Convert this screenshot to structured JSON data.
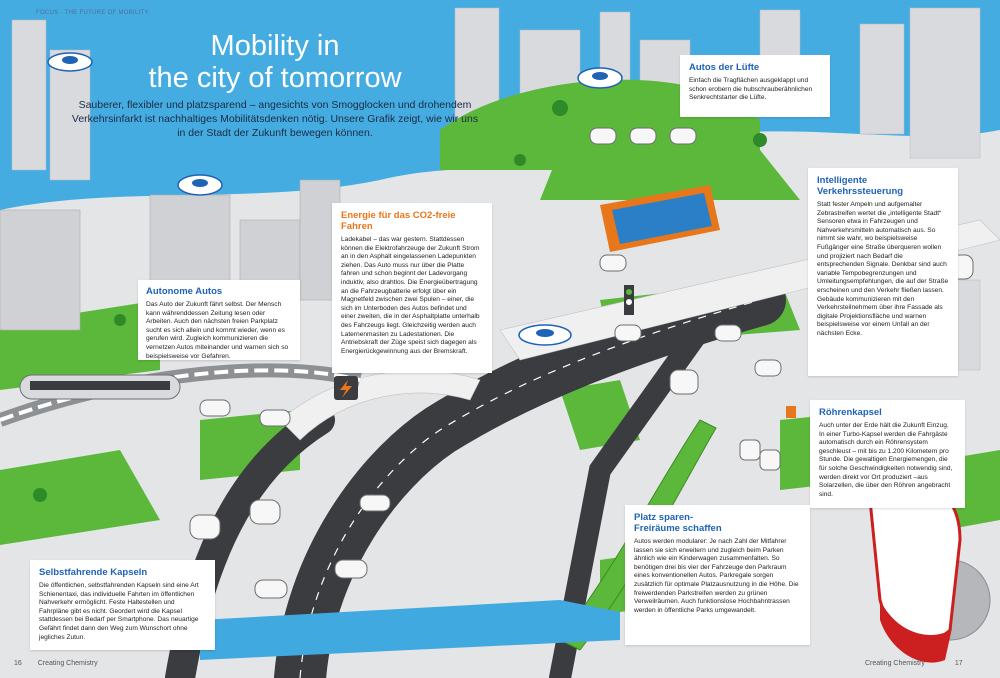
{
  "header": {
    "kicker": "FOCUS · THE FUTURE OF MOBILITY",
    "title_line1": "Mobility in",
    "title_line2": "the city of tomorrow",
    "lead": "Sauberer, flexibler und platzsparend – angesichts von Smogglocken und drohendem Verkehrsinfarkt ist nachhaltiges Mobilitätsdenken nötig. Unsere Grafik zeigt, wie wir uns in der Stadt der Zukunft bewegen können."
  },
  "boxes": {
    "luefte": {
      "title": "Autos der Lüfte",
      "text": "Einfach die Tragflächen ausgeklappt und schon erobern die hubschrauberähnlichen Senkrechtstarter die Lüfte."
    },
    "energie": {
      "title": "Energie für das CO2-freie Fahren",
      "text": "Ladekabel – das war gestern. Stattdessen können die Elektrofahrzeuge der Zukunft Strom an in den Asphalt eingelassenen Ladepunkten ziehen. Das Auto muss nur über die Platte fahren und schon beginnt der Ladevorgang induktiv, also drahtlos. Die Energieübertragung an die Fahrzeugbatterie erfolgt über ein Magnetfeld zwischen zwei Spulen – einer, die sich im Unterboden des Autos befindet und einer zweiten, die in der Asphaltplatte unterhalb des Fahrzeugs liegt. Gleichzeitig werden auch Laternenmasten zu Ladestationen. Die Antriebskraft der Züge speist sich dagegen als Energierückgewinnung aus der Bremskraft."
    },
    "verkehr": {
      "title": "Intelligente Verkehrssteuerung",
      "text": "Statt fester Ampeln und aufgemalter Zebrastreifen wertet die „intelligente Stadt“ Sensoren etwa in Fahrzeugen und Nahverkehrsmitteln automatisch aus. So nimmt sie wahr, wo beispielsweise Fußgänger eine Straße überqueren wollen und projiziert nach Bedarf die entsprechenden Signale. Denkbar sind auch variable Tempobegrenzungen und Umleitungsempfehlungen, die auf der Straße erscheinen und den Verkehr fließen lassen. Gebäude kommunizieren mit den Verkehrsteilnehmern über ihre Fassade als digitale Projektionsfläche und warnen beispielsweise vor einem Unfall an der nächsten Ecke."
    },
    "autonom": {
      "title": "Autonome Autos",
      "text": "Das Auto der Zukunft fährt selbst. Der Mensch kann währenddessen Zeitung lesen oder Arbeiten. Auch den nächsten freien Parkplatz sucht es sich allein und kommt wieder, wenn es gerufen wird. Zugleich kommunizieren die vernetzen Autos miteinander und warnen sich so beispielsweise vor Gefahren."
    },
    "roehre": {
      "title": "Röhrenkapsel",
      "text": "Auch unter der Erde hält die Zukunft Einzug. In einer Turbo-Kapsel werden die Fahrgäste automatisch durch ein Röhrensystem geschleust – mit bis zu 1.200 Kilometern pro Stunde. Die gewaltigen Energiemengen, die für solche Geschwindigkeiten notwendig sind, werden direkt vor Ort produziert –aus Solarzellen, die über den Röhren angebracht sind."
    },
    "platz": {
      "title": "Platz sparen- Freiräume schaffen",
      "text": "Autos werden modularer: Je nach Zahl der Mitfahrer lassen sie sich erweitern und zugleich beim Parken ähnlich wie ein Kinderwagen zusammenfalten. So benötigen drei bis vier der Fahrzeuge den Parkraum eines konventionellen Autos. Parkregale sorgen zusätzlich für optimale Platzausnutzung in die Höhe. Die freiwerdenden Parkstreifen werden zu grünen Verweilräumen. Auch funktionslose Hochbahntrassen werden in öffentliche Parks umgewandelt."
    },
    "kapseln": {
      "title": "Selbstfahrende Kapseln",
      "text": "Die öffentlichen, selbstfahrenden Kapseln sind eine Art Schienentaxi, das individuelle Fahrten im öffentlichen Nahverkehr ermöglicht. Feste Haltestellen und Fahrpläne gibt es nicht. Geordert wird die Kapsel stattdessen bei Bedarf per Smartphone. Das neuartige Gefährt findet dann den Weg zum Wunschort ohne jegliches Zutun."
    }
  },
  "footer": {
    "left_page": "16",
    "left_label": "Creating Chemistry",
    "right_label": "Creating Chemistry",
    "right_page": "17"
  },
  "colors": {
    "sky": "#3fa9e0",
    "grass": "#5cb83a",
    "road": "#3a3c40",
    "building": "#cfd1d4",
    "title_blue": "#1e63b5",
    "energy_orange": "#e8761b"
  }
}
